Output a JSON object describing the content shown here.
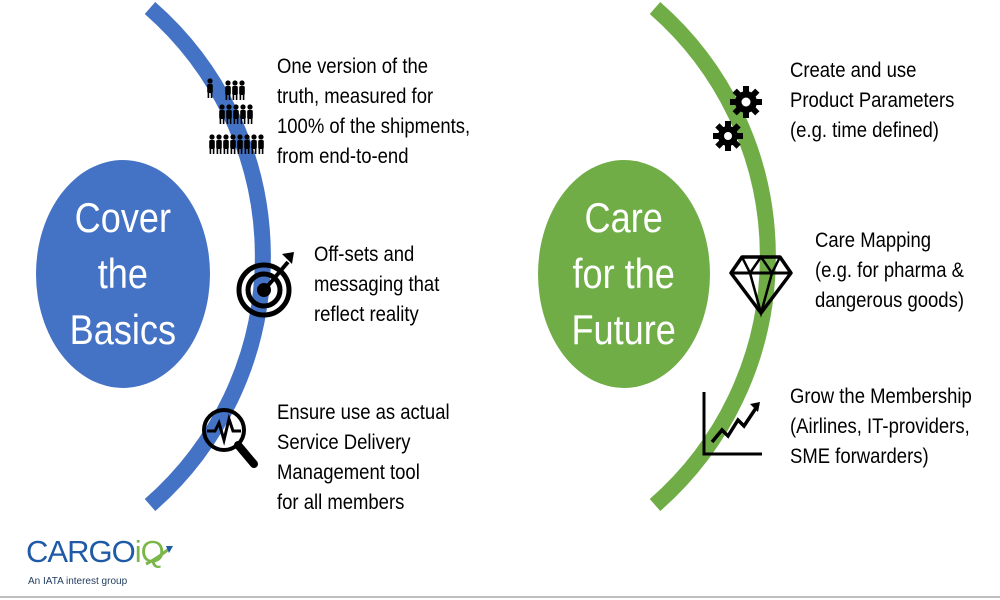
{
  "colors": {
    "left_theme": "#4472c4",
    "right_theme": "#70ad47",
    "logo_blue": "#1f5aa6",
    "logo_green": "#7ab648"
  },
  "left": {
    "title": "Cover\nthe\nBasics",
    "items": [
      {
        "icon": "people-group-icon",
        "text": "One version of the\ntruth, measured for\n100% of the shipments,\nfrom end-to-end"
      },
      {
        "icon": "target-icon",
        "text": "Off-sets and\nmessaging that\nreflect reality"
      },
      {
        "icon": "magnifier-pulse-icon",
        "text": "Ensure use as actual\nService Delivery\nManagement tool\nfor all members"
      }
    ]
  },
  "right": {
    "title": "Care\nfor the\nFuture",
    "items": [
      {
        "icon": "gears-icon",
        "text": "Create and use\nProduct Parameters\n(e.g. time defined)"
      },
      {
        "icon": "diamond-icon",
        "text": "Care Mapping\n(e.g. for pharma &\ndangerous goods)"
      },
      {
        "icon": "growth-chart-icon",
        "text": "Grow the Membership\n(Airlines, IT-providers,\nSME forwarders)"
      }
    ]
  },
  "logo": {
    "word": "CARGO",
    "suffix": "iQ",
    "tagline": "An IATA interest group"
  }
}
